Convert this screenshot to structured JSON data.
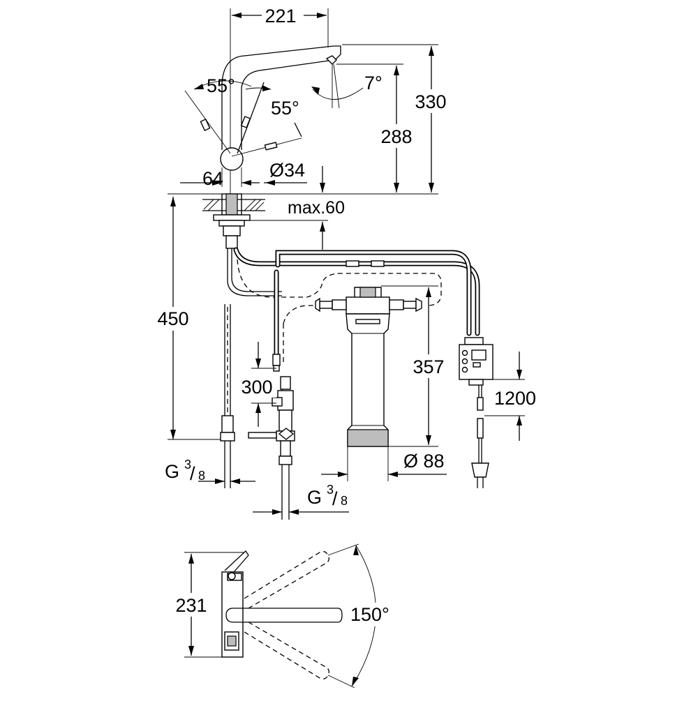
{
  "dimensions": {
    "spout_reach": "221",
    "swivel_left": "55°",
    "swivel_right": "55°",
    "tilt_angle": "7°",
    "total_height": "330",
    "spout_height": "288",
    "base_width": "64",
    "hole_diameter": "Ø34",
    "max_thickness": "max.60",
    "hose_length": "450",
    "hose_300": "300",
    "filter_height": "357",
    "cable_length": "1200",
    "filter_diameter": "Ø 88",
    "thread_left_g": "G",
    "thread_left_num": "3",
    "thread_left_den": "8",
    "thread_right_g": "G",
    "thread_right_num": "3",
    "thread_right_den": "8",
    "top_view_height": "231",
    "rotation_angle": "150°"
  }
}
